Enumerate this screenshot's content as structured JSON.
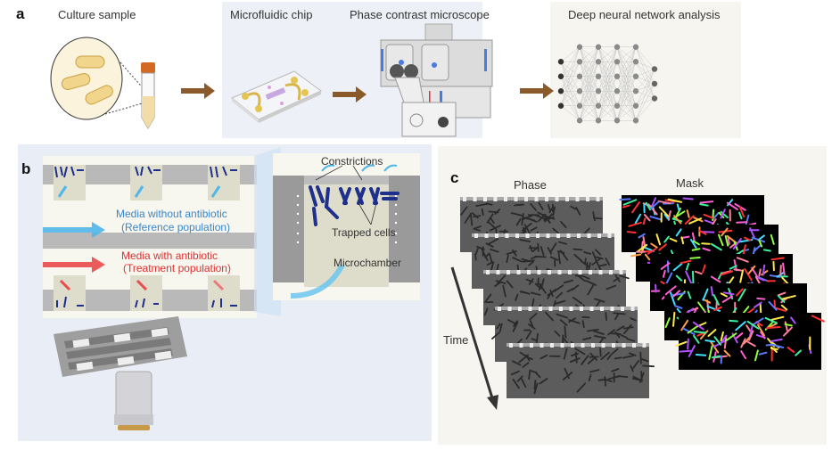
{
  "figure": {
    "panel_a": {
      "letter": "a",
      "steps": [
        {
          "title": "Culture sample",
          "icon": "culture-tube-with-bacteria-icon"
        },
        {
          "title": "Microfluidic chip",
          "icon": "microfluidic-chip-icon"
        },
        {
          "title": "Phase contrast microscope",
          "icon": "microscope-icon"
        },
        {
          "title": "Deep neural network analysis",
          "icon": "neural-network-icon"
        }
      ],
      "arrow_color": "#8b5a2b",
      "network_layers": [
        4,
        6,
        6,
        6,
        6,
        3
      ]
    },
    "panel_b": {
      "letter": "b",
      "reference_label": "Media without antibiotic",
      "reference_sub": "(Reference population)",
      "treatment_label": "Media with antibiotic",
      "treatment_sub": "(Treatment population)",
      "reference_color": "#3a86c8",
      "treatment_color": "#e03030",
      "constrictions_label": "Constrictions",
      "trapped_label": "Trapped cells",
      "microchamber_label": "Microchamber",
      "cell_color": "#1e2f8c"
    },
    "panel_c": {
      "letter": "c",
      "phase_label": "Phase",
      "mask_label": "Mask",
      "time_label": "Time",
      "frame_count": 5
    }
  }
}
